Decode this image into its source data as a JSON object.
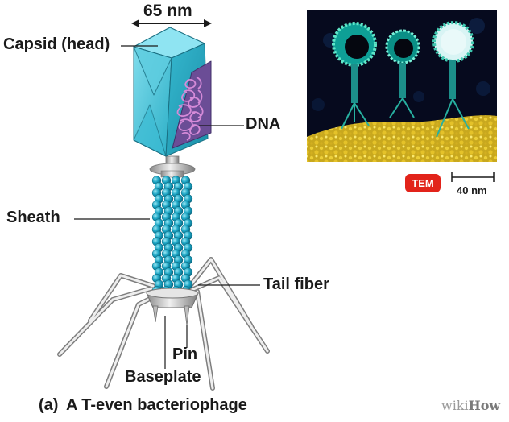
{
  "labels": {
    "dimension": "65 nm",
    "capsid": "Capsid (head)",
    "dna": "DNA",
    "sheath": "Sheath",
    "tail_fiber": "Tail fiber",
    "pin": "Pin",
    "baseplate": "Baseplate"
  },
  "caption": {
    "part": "(a)",
    "text": "A T-even bacteriophage"
  },
  "micrograph": {
    "badge": "TEM",
    "scale_bar": "40 nm"
  },
  "watermark": {
    "prefix": "wiki",
    "suffix": "How"
  },
  "colors": {
    "capsid": "#2fb9cf",
    "sheath": "#1aa3c2",
    "dna": "#c070c8",
    "badge": "#e2231a"
  }
}
